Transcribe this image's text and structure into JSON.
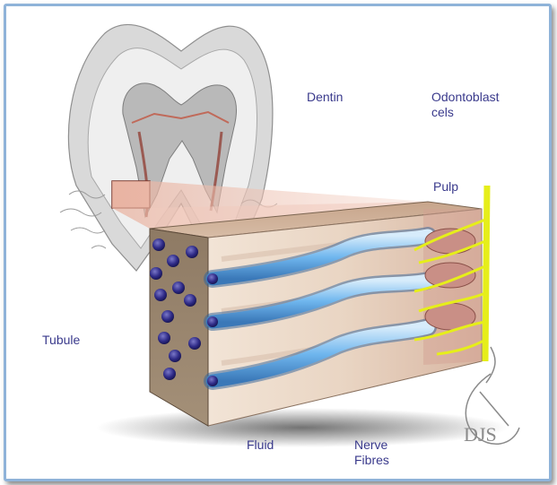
{
  "labels": {
    "dentin": "Dentin",
    "odontoblast_line1": "Odontoblast",
    "odontoblast_line2": "cels",
    "pulp": "Pulp",
    "tubule": "Tubule",
    "fluid": "Fluid",
    "nerve_line1": "Nerve",
    "nerve_line2": "Fibres"
  },
  "logo": {
    "text": "DJS"
  },
  "colors": {
    "label": "#3a3a8c",
    "frame": "#8fb3d9",
    "nerve": "#e6ee1a",
    "tubule_fluid": "#6fb6ee",
    "tubule_opening": "#2e2a86",
    "dentin_block": "#e8d3c0",
    "block_front": "#a08c76"
  }
}
